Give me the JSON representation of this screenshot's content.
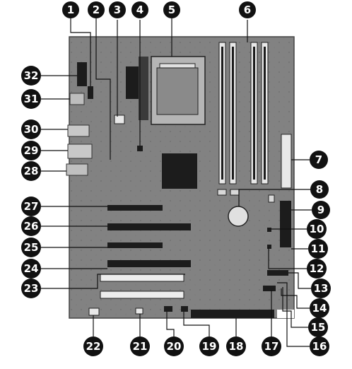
{
  "figure": {
    "subject": "motherboard component callout diagram",
    "colors": {
      "board": "#7f7f7f",
      "board_light": "#9a9a9a",
      "component_dark": "#1c1c1c",
      "slot_light": "#e8e8e8",
      "callout_fill": "#111111",
      "callout_text": "#ffffff",
      "leader_line": "#111111"
    }
  },
  "callouts": [
    {
      "id": "c1",
      "label": "1"
    },
    {
      "id": "c2",
      "label": "2"
    },
    {
      "id": "c3",
      "label": "3"
    },
    {
      "id": "c4",
      "label": "4"
    },
    {
      "id": "c5",
      "label": "5"
    },
    {
      "id": "c6",
      "label": "6"
    },
    {
      "id": "c7",
      "label": "7"
    },
    {
      "id": "c8",
      "label": "8"
    },
    {
      "id": "c9",
      "label": "9"
    },
    {
      "id": "c10",
      "label": "10"
    },
    {
      "id": "c11",
      "label": "11"
    },
    {
      "id": "c12",
      "label": "12"
    },
    {
      "id": "c13",
      "label": "13"
    },
    {
      "id": "c14",
      "label": "14"
    },
    {
      "id": "c15",
      "label": "15"
    },
    {
      "id": "c16",
      "label": "16"
    },
    {
      "id": "c17",
      "label": "17"
    },
    {
      "id": "c18",
      "label": "18"
    },
    {
      "id": "c19",
      "label": "19"
    },
    {
      "id": "c20",
      "label": "20"
    },
    {
      "id": "c21",
      "label": "21"
    },
    {
      "id": "c22",
      "label": "22"
    },
    {
      "id": "c23",
      "label": "23"
    },
    {
      "id": "c24",
      "label": "24"
    },
    {
      "id": "c25",
      "label": "25"
    },
    {
      "id": "c26",
      "label": "26"
    },
    {
      "id": "c27",
      "label": "27"
    },
    {
      "id": "c28",
      "label": "28"
    },
    {
      "id": "c29",
      "label": "29"
    },
    {
      "id": "c30",
      "label": "30"
    },
    {
      "id": "c31",
      "label": "31"
    },
    {
      "id": "c32",
      "label": "32"
    }
  ]
}
